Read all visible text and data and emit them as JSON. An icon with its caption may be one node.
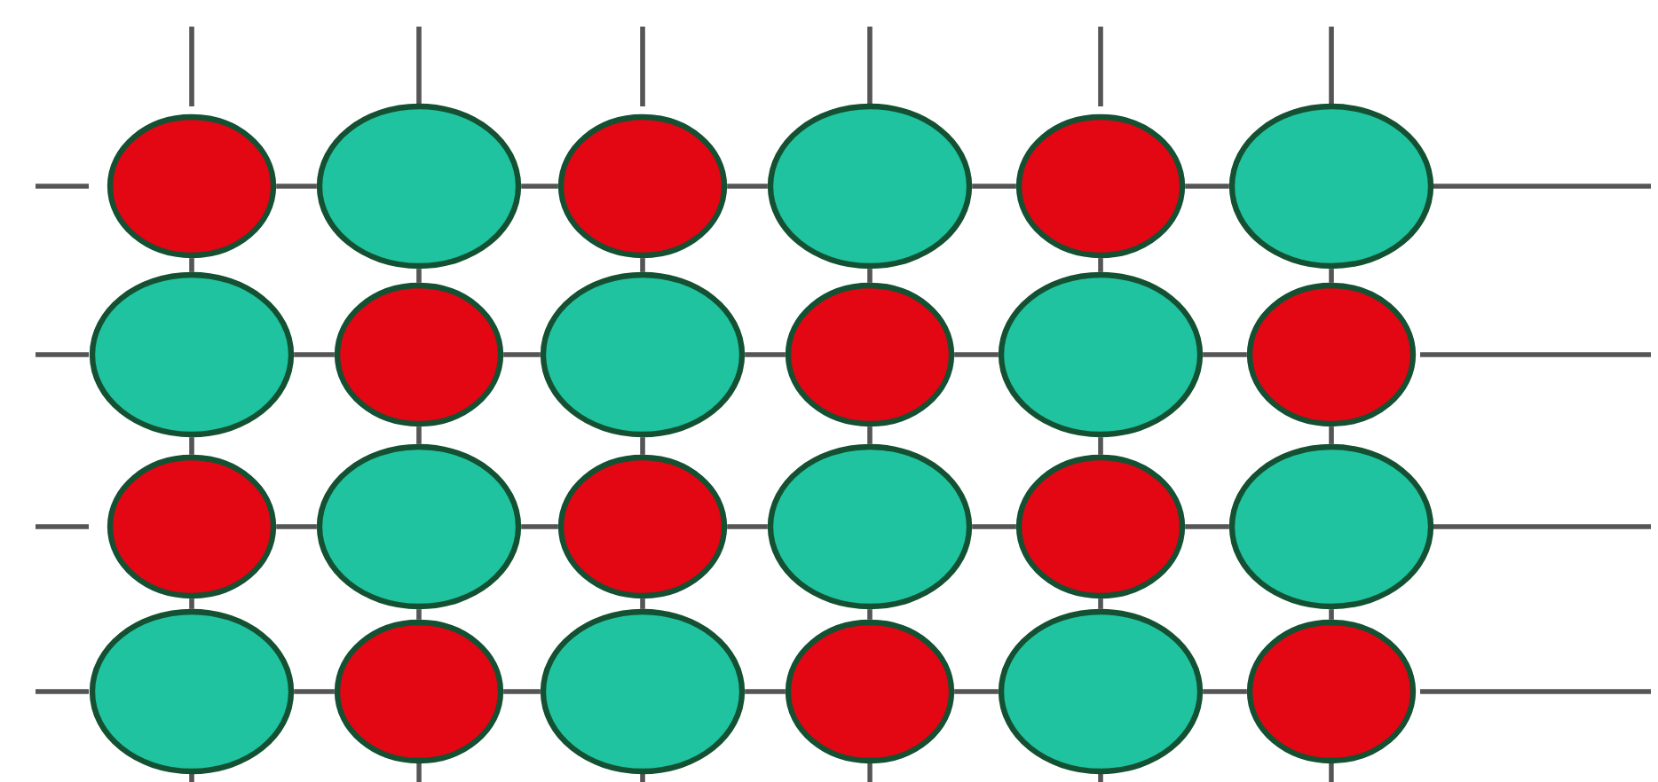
{
  "diagram": {
    "nodes": [
      {
        "text": [],
        "shape": "circle"
      },
      {
        "text": [],
        "shape": "circle"
      },
      {
        "text": [],
        "shape": "circle"
      },
      {
        "text": [],
        "shape": "circle"
      },
      {
        "text": [],
        "shape": "circle"
      },
      {
        "text": [],
        "shape": "circle"
      },
      {
        "text": [],
        "shape": "circle"
      },
      {
        "text": [],
        "shape": "circle"
      },
      {
        "text": [],
        "shape": "circle"
      },
      {
        "text": [],
        "shape": "circle"
      },
      {
        "text": [],
        "shape": "circle"
      },
      {
        "text": [],
        "shape": "circle"
      },
      {
        "text": [],
        "shape": "circle"
      },
      {
        "text": [],
        "shape": "circle"
      },
      {
        "text": [],
        "shape": "circle"
      },
      {
        "text": [],
        "shape": "circle"
      },
      {
        "text": [],
        "shape": "circle"
      },
      {
        "text": [],
        "shape": "circle"
      },
      {
        "text": [],
        "shape": "circle"
      },
      {
        "text": [],
        "shape": "circle"
      },
      {
        "text": [],
        "shape": "circle"
      },
      {
        "text": [],
        "shape": "circle"
      },
      {
        "text": [],
        "shape": "circle"
      },
      {
        "text": [],
        "shape": "circle"
      }
    ],
    "edges": [
      {
        "from": 0,
        "to": 1,
        "arrow": "none"
      },
      {
        "from": 1,
        "to": 2,
        "arrow": "none"
      },
      {
        "from": 2,
        "to": 3,
        "arrow": "none"
      },
      {
        "from": 3,
        "to": 4,
        "arrow": "none"
      },
      {
        "from": 4,
        "to": 5,
        "arrow": "none"
      },
      {
        "from": 6,
        "to": 7,
        "arrow": "none"
      },
      {
        "from": 7,
        "to": 8,
        "arrow": "none"
      },
      {
        "from": 8,
        "to": 9,
        "arrow": "none"
      },
      {
        "from": 9,
        "to": 10,
        "arrow": "none"
      },
      {
        "from": 10,
        "to": 11,
        "arrow": "none"
      },
      {
        "from": 12,
        "to": 13,
        "arrow": "none"
      },
      {
        "from": 13,
        "to": 14,
        "arrow": "none"
      },
      {
        "from": 14,
        "to": 15,
        "arrow": "none"
      },
      {
        "from": 15,
        "to": 16,
        "arrow": "none"
      },
      {
        "from": 16,
        "to": 17,
        "arrow": "none"
      },
      {
        "from": 18,
        "to": 19,
        "arrow": "none"
      },
      {
        "from": 19,
        "to": 20,
        "arrow": "none"
      },
      {
        "from": 20,
        "to": 21,
        "arrow": "none"
      },
      {
        "from": 21,
        "to": 22,
        "arrow": "none"
      },
      {
        "from": 22,
        "to": 23,
        "arrow": "none"
      },
      {
        "from": 0,
        "to": 6,
        "arrow": "none"
      },
      {
        "from": 1,
        "to": 7,
        "arrow": "none"
      },
      {
        "from": 2,
        "to": 8,
        "arrow": "none"
      },
      {
        "from": 3,
        "to": 9,
        "arrow": "none"
      },
      {
        "from": 4,
        "to": 10,
        "arrow": "none"
      },
      {
        "from": 5,
        "to": 11,
        "arrow": "none"
      },
      {
        "from": 6,
        "to": 12,
        "arrow": "none"
      },
      {
        "from": 7,
        "to": 13,
        "arrow": "none"
      },
      {
        "from": 8,
        "to": 14,
        "arrow": "none"
      },
      {
        "from": 9,
        "to": 15,
        "arrow": "none"
      },
      {
        "from": 10,
        "to": 16,
        "arrow": "none"
      },
      {
        "from": 11,
        "to": 17,
        "arrow": "none"
      },
      {
        "from": 12,
        "to": 18,
        "arrow": "none"
      },
      {
        "from": 13,
        "to": 19,
        "arrow": "none"
      },
      {
        "from": 14,
        "to": 20,
        "arrow": "none"
      },
      {
        "from": 15,
        "to": 21,
        "arrow": "none"
      },
      {
        "from": 16,
        "to": 22,
        "arrow": "none"
      },
      {
        "from": 17,
        "to": 23,
        "arrow": "none"
      }
    ]
  }
}
